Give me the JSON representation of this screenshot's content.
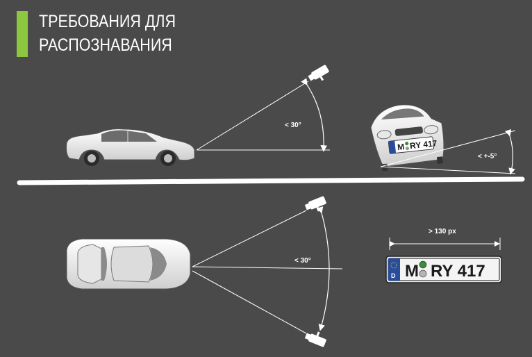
{
  "title": {
    "line1": "ТРЕБОВАНИЯ ДЛЯ",
    "line2": "РАСПОЗНАВАНИЯ"
  },
  "labels": {
    "vertical_angle": "< 30°",
    "tilt_angle": "< +-5°",
    "horizontal_angle": "< 30°",
    "plate_width": "> 130 px"
  },
  "plate": {
    "country": "D",
    "left": "M",
    "right": "RY 417",
    "small_left": "M",
    "small_right": "RY 417"
  },
  "colors": {
    "background": "#4a4a4a",
    "accent": "#8dc63f",
    "line": "#ffffff"
  }
}
